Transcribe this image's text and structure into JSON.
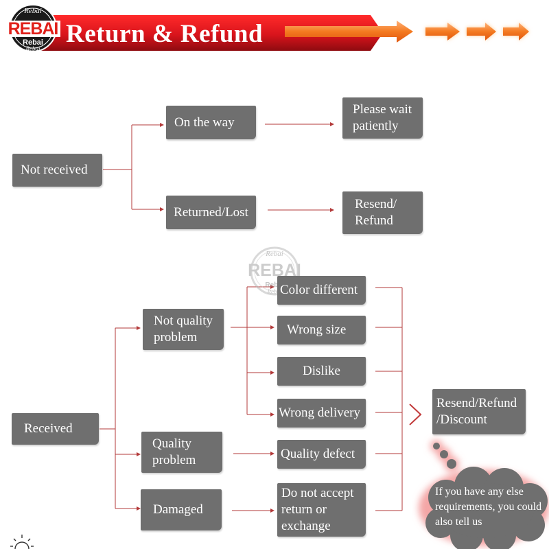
{
  "header": {
    "title": "Return & Refund",
    "logo": {
      "top": "Rebai",
      "main": "REBAI",
      "mid": "Rebai",
      "bottom": "Rebai"
    }
  },
  "colors": {
    "box": "#6f6f6f",
    "connector": "#b33a3a",
    "banner_red": "#d9141c",
    "arrow_orange": "#f47a20"
  },
  "not_received": {
    "root": "Not received",
    "on_the_way": "On the way",
    "please_wait": "Please wait\npatiently",
    "returned_lost": "Returned/Lost",
    "resend_refund": "Resend/\nRefund"
  },
  "received": {
    "root": "Received",
    "not_quality": "Not quality\nproblem",
    "quality": "Quality\nproblem",
    "damaged": "Damaged",
    "color_different": "Color different",
    "wrong_size": "Wrong size",
    "dislike": "Dislike",
    "wrong_delivery": "Wrong delivery",
    "quality_defect": "Quality defect",
    "do_not_accept": "Do not accept\nreturn or\nexchange",
    "outcome": "Resend/Refund\n/Discount"
  },
  "cloud": {
    "text": "If you have any else requirements, you could also tell us"
  },
  "watermark": {
    "top": "Rebai",
    "main": "REBAI",
    "mid": "Rebai",
    "bottom": "Rebai"
  }
}
